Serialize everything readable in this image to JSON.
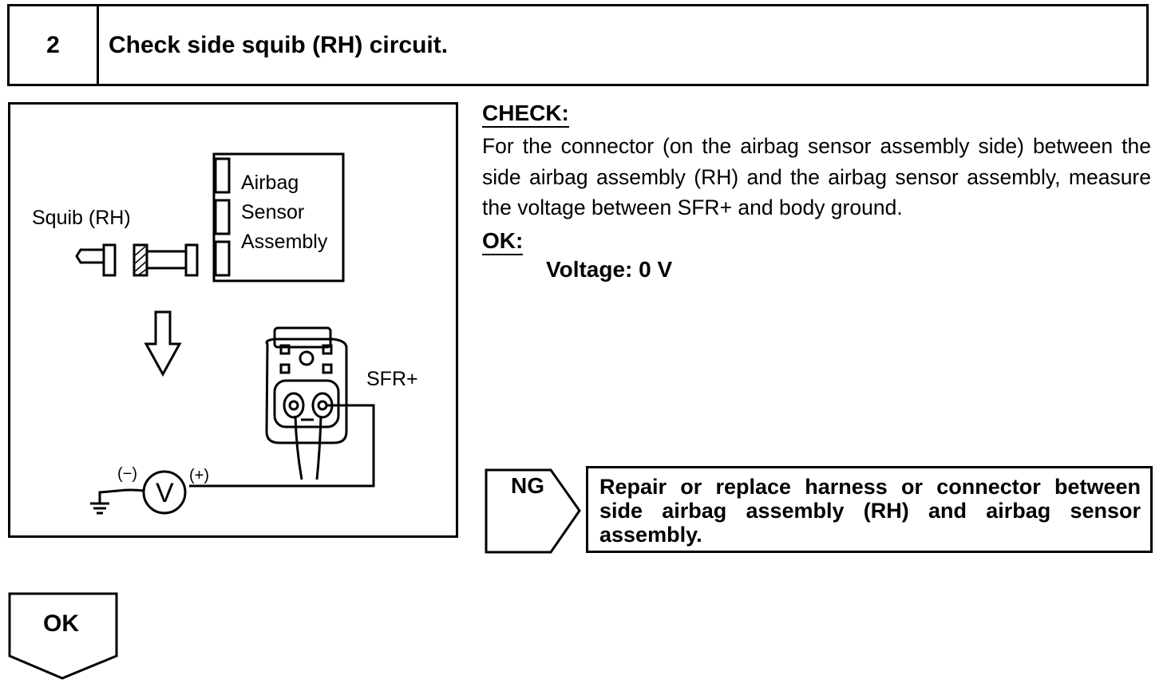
{
  "step": {
    "number": "2",
    "title": "Check side squib (RH) circuit."
  },
  "illustration": {
    "squib_label": "Squib (RH)",
    "sensor_label_lines": [
      "Airbag",
      "Sensor",
      "Assembly"
    ],
    "terminal_label": "SFR+",
    "meter_symbol": "V",
    "minus_label": "(−)",
    "plus_label": "(+)",
    "icons": [
      "down-arrow-icon",
      "voltmeter-icon",
      "ground-icon",
      "connector-icon"
    ]
  },
  "check": {
    "heading": "CHECK:",
    "text": "For the connector (on the airbag sensor assembly side) between the side airbag assembly (RH) and the airbag sensor assembly, measure the voltage between SFR+ and body ground."
  },
  "ok": {
    "heading": "OK:",
    "spec": "Voltage: 0 V"
  },
  "ng": {
    "label": "NG",
    "action": "Repair or replace harness or connector between side airbag assembly (RH) and airbag sensor assembly."
  },
  "ok_branch": {
    "label": "OK"
  }
}
